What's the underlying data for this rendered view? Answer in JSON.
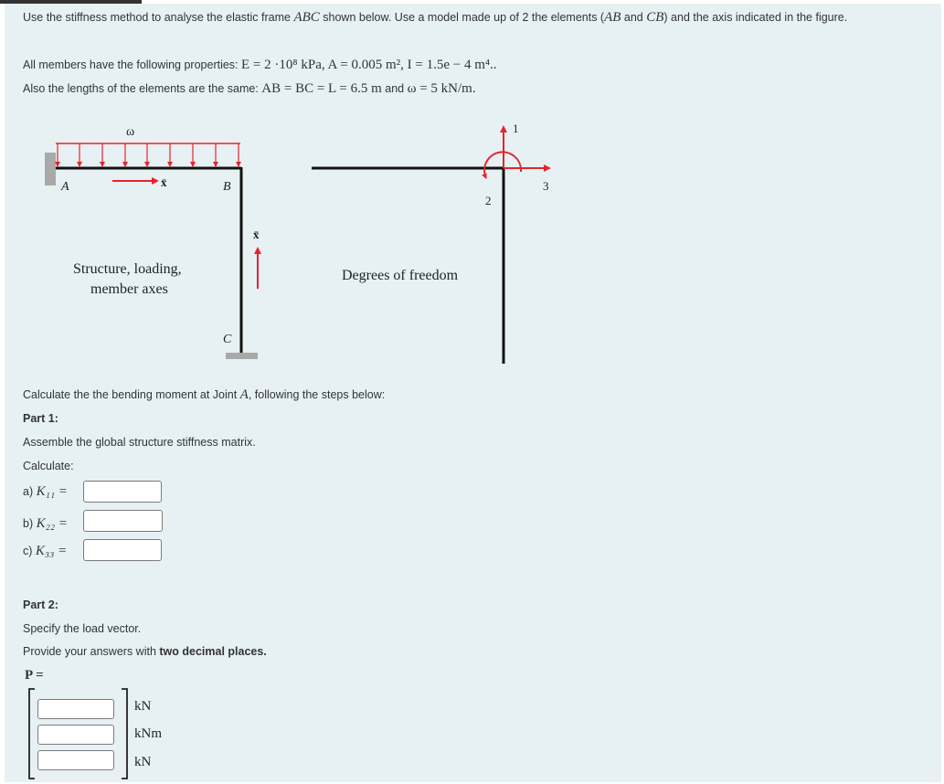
{
  "intro": {
    "line1_a": "Use the stiffness method to analyse the elastic frame ",
    "line1_abc": "ABC",
    "line1_b": " shown below. Use a model made up of 2 the elements (",
    "line1_ab": "AB",
    "line1_c": " and ",
    "line1_cb": "CB",
    "line1_d": ") and the axis indicated in the figure.",
    "line2_a": "All members have the following properties: ",
    "line2_math": "E = 2 ·10⁸ kPa, A = 0.005 m², I = 1.5e − 4 m⁴..",
    "line3_a": "Also the lengths of the elements are the same: ",
    "line3_math": "AB = BC = L = 6.5 m",
    "line3_b": " and ",
    "line3_math2": "ω = 5 kN/m."
  },
  "figure": {
    "left_caption_1": "Structure, loading,",
    "left_caption_2": "member axes",
    "right_caption": "Degrees of freedom",
    "omega": "ω",
    "label_a": "A",
    "label_b": "B",
    "label_c": "C",
    "axis_label": "x̄",
    "dof_1": "1",
    "dof_2": "2",
    "dof_3": "3"
  },
  "question": {
    "intro_a": "Calculate the the bending moment at Joint ",
    "intro_joint": "A",
    "intro_b": ", following the steps below:",
    "part1_title": "Part 1:",
    "part1_desc": "Assemble the global structure stiffness matrix.",
    "calculate": "Calculate:",
    "k11_prefix": "a) ",
    "k11_sym": "K₁₁ =",
    "k22_prefix": "b) ",
    "k22_sym": "K₂₂ =",
    "k33_prefix": "c) ",
    "k33_sym": "K₃₃ =",
    "part2_title": "Part 2:",
    "part2_desc": "Specify the load vector.",
    "precision_a": "Provide your answers with ",
    "precision_b": "two decimal places.",
    "p_label": "P =",
    "unit1": "kN",
    "unit2": "kNm",
    "unit3": "kN",
    "k11_value": "",
    "k22_value": "",
    "k33_value": "",
    "p1_value": "",
    "p2_value": "",
    "p3_value": ""
  },
  "colors": {
    "panel_bg": "#e7f1f4",
    "arrow_red": "#e8232a",
    "member_black": "#111111",
    "support_gray": "#a9a9a9"
  }
}
